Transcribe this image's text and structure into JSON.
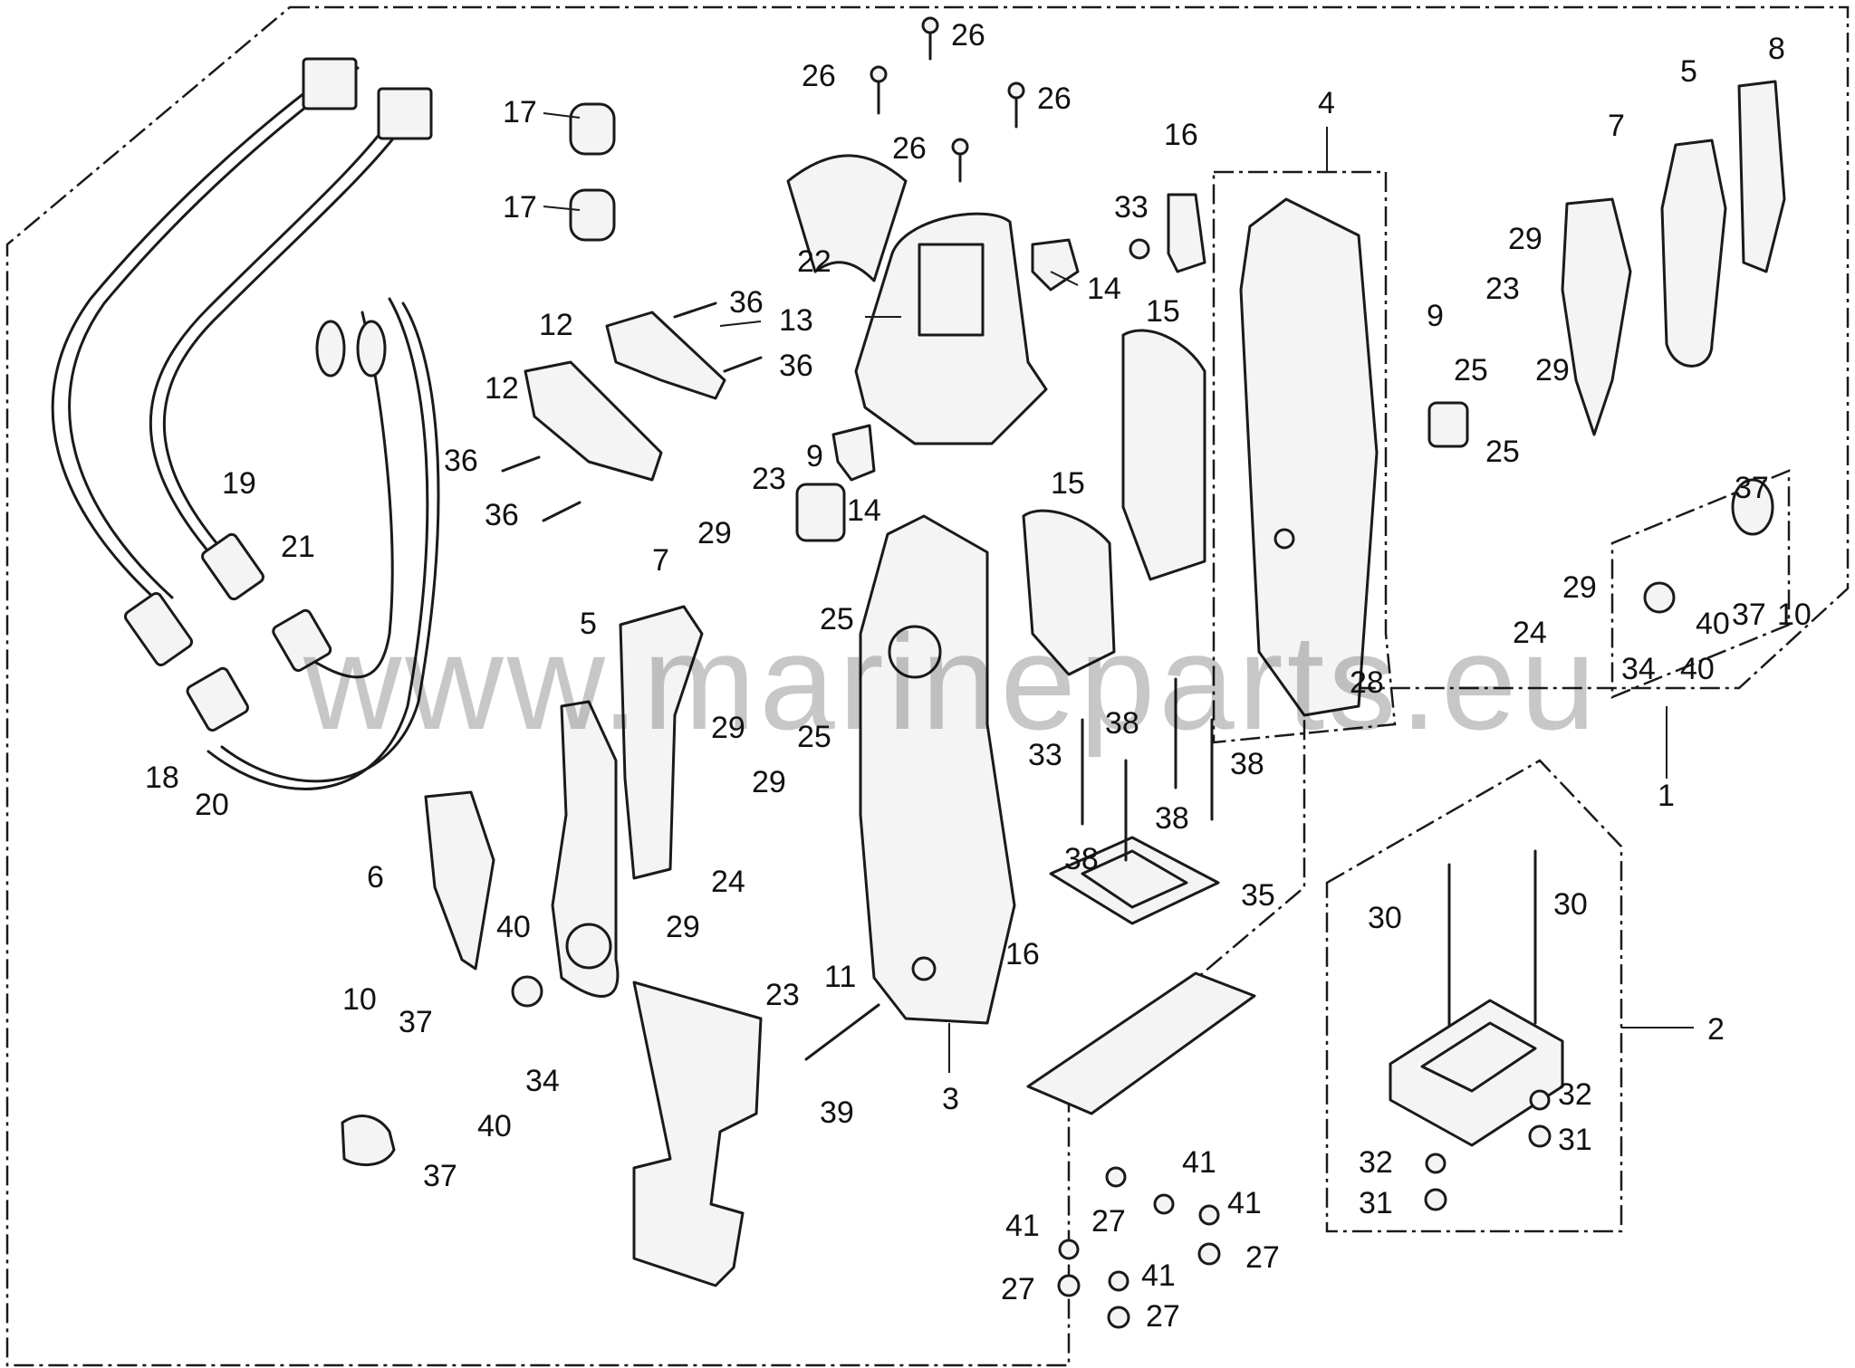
{
  "watermark": "www.marineparts.eu",
  "callouts": {
    "c1": "1",
    "c2": "2",
    "c3": "3",
    "c4": "4",
    "c5a": "5",
    "c5b": "5",
    "c6": "6",
    "c7a": "7",
    "c7b": "7",
    "c8": "8",
    "c9a": "9",
    "c9b": "9",
    "c10a": "10",
    "c10b": "10",
    "c11": "11",
    "c12a": "12",
    "c12b": "12",
    "c13": "13",
    "c14a": "14",
    "c14b": "14",
    "c15a": "15",
    "c15b": "15",
    "c16a": "16",
    "c16b": "16",
    "c17a": "17",
    "c17b": "17",
    "c18": "18",
    "c19": "19",
    "c20": "20",
    "c21": "21",
    "c22": "22",
    "c23a": "23",
    "c23b": "23",
    "c23c": "23",
    "c24a": "24",
    "c24b": "24",
    "c25a": "25",
    "c25b": "25",
    "c25c": "25",
    "c25d": "25",
    "c26a": "26",
    "c26b": "26",
    "c26c": "26",
    "c26d": "26",
    "c27a": "27",
    "c27b": "27",
    "c27c": "27",
    "c27d": "27",
    "c28": "28",
    "c29a": "29",
    "c29b": "29",
    "c29c": "29",
    "c29d": "29",
    "c29e": "29",
    "c29f": "29",
    "c29g": "29",
    "c30a": "30",
    "c30b": "30",
    "c31a": "31",
    "c31b": "31",
    "c32a": "32",
    "c32b": "32",
    "c33a": "33",
    "c33b": "33",
    "c34a": "34",
    "c34b": "34",
    "c35": "35",
    "c36a": "36",
    "c36b": "36",
    "c36c": "36",
    "c36d": "36",
    "c37a": "37",
    "c37b": "37",
    "c37c": "37",
    "c37d": "37",
    "c38a": "38",
    "c38b": "38",
    "c38c": "38",
    "c38d": "38",
    "c39": "39",
    "c40a": "40",
    "c40b": "40",
    "c40c": "40",
    "c40d": "40",
    "c41a": "41",
    "c41b": "41",
    "c41c": "41",
    "c41d": "41"
  }
}
